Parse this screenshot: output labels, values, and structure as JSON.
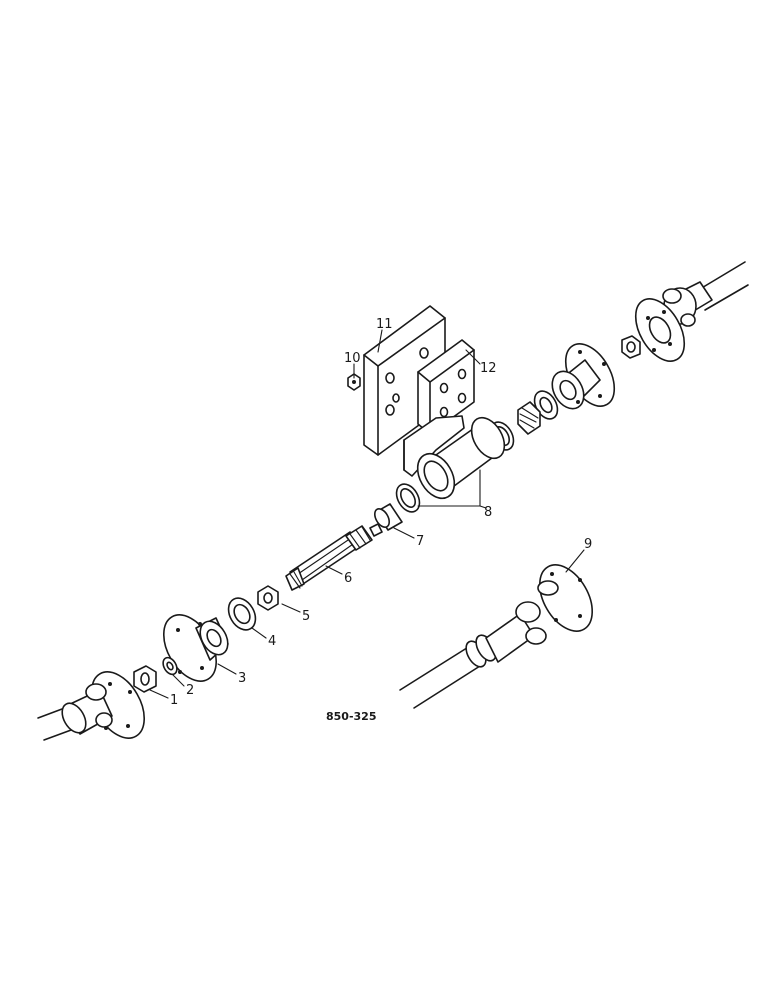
{
  "diagram": {
    "reference_code": "850-325",
    "callouts": [
      {
        "id": "1",
        "label": "1"
      },
      {
        "id": "2",
        "label": "2"
      },
      {
        "id": "3",
        "label": "3"
      },
      {
        "id": "4",
        "label": "4"
      },
      {
        "id": "5",
        "label": "5"
      },
      {
        "id": "6",
        "label": "6"
      },
      {
        "id": "7",
        "label": "7"
      },
      {
        "id": "8",
        "label": "8"
      },
      {
        "id": "9",
        "label": "9"
      },
      {
        "id": "10",
        "label": "10"
      },
      {
        "id": "11",
        "label": "11"
      },
      {
        "id": "12",
        "label": "12"
      }
    ],
    "colors": {
      "ink": "#1a1a1a",
      "background": "#ffffff"
    }
  }
}
